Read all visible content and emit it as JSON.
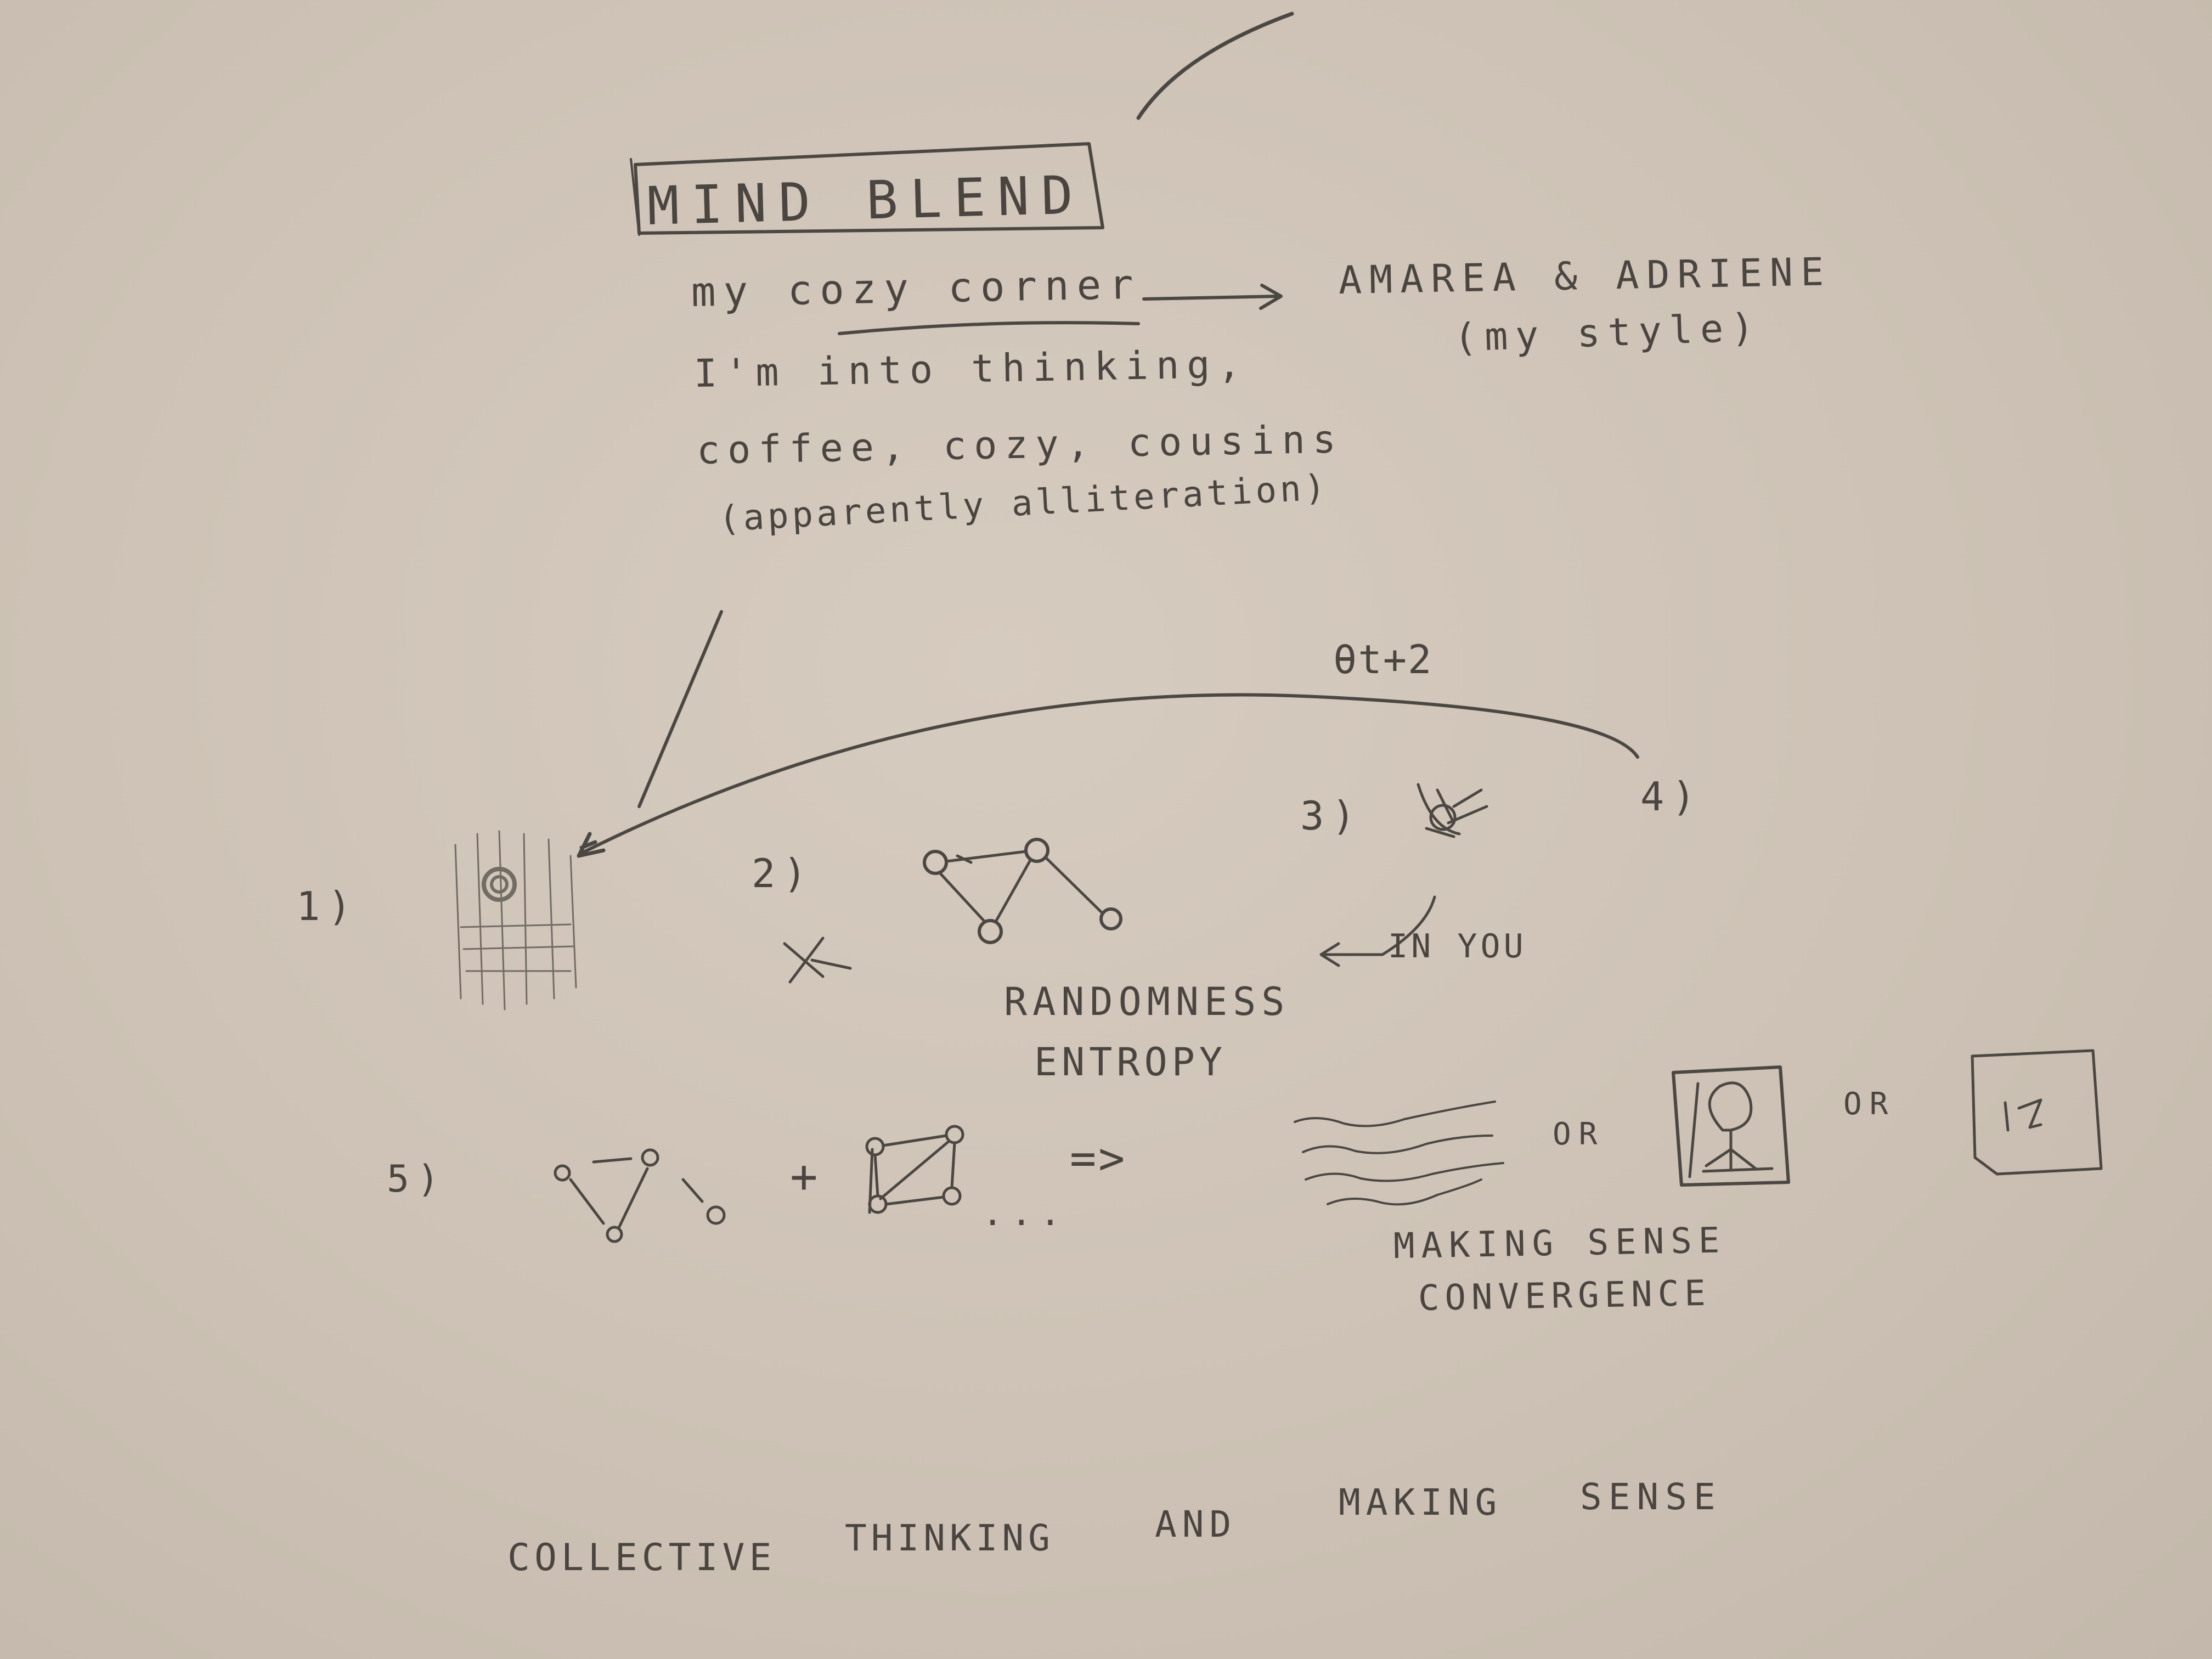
{
  "title": "MIND BLEND",
  "lines": {
    "cozy": "my cozy corner",
    "names": "AMAREA & ADRIENE",
    "style": "(my style)",
    "thinking": "I'm into thinking,",
    "words": "coffee, cozy, cousins",
    "alliteration": "(apparently alliteration)"
  },
  "theta": "θt+2",
  "steps": {
    "one": "1)",
    "two": "2)",
    "three": "3)",
    "four": "4)",
    "five": "5)"
  },
  "labels": {
    "randomness": "RANDOMNESS",
    "entropy": "ENTROPY",
    "in_you": "IN YOU",
    "or1": "OR",
    "or2": "OR",
    "making_sense": "MAKING SENSE",
    "convergence": "CONVERGENCE",
    "footer_a": "COLLECTIVE",
    "footer_b": "THINKING",
    "footer_c": "AND",
    "footer_d": "MAKING",
    "footer_e": "SENSE"
  },
  "symbols": {
    "plus": "+",
    "ellipsis": "...",
    "implies": "=>"
  }
}
